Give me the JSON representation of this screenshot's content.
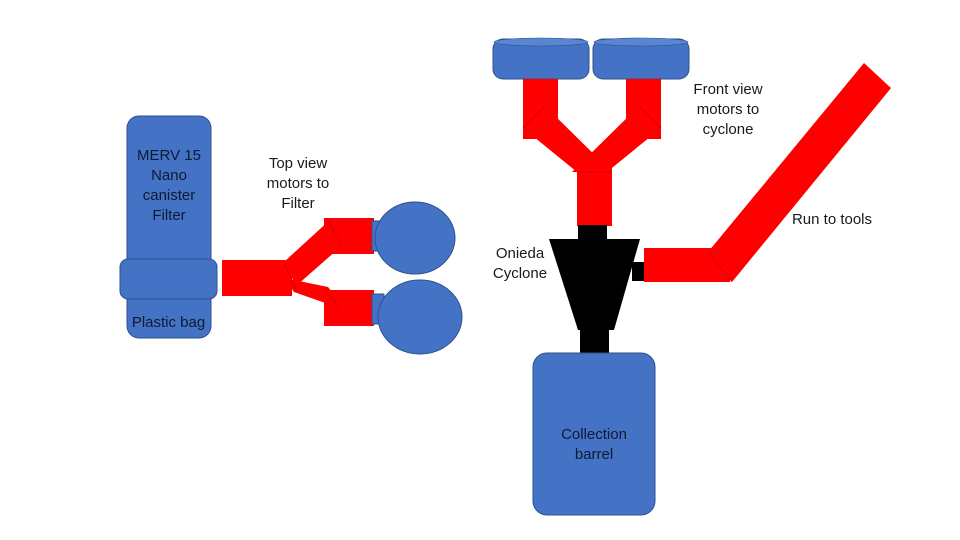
{
  "colors": {
    "blue_fill": "#4472C4",
    "blue_stroke": "#2F528F",
    "red": "#FF0000",
    "black": "#000000",
    "background": "#FFFFFF"
  },
  "labels": {
    "filter_lines": [
      "MERV 15",
      "Nano",
      "canister",
      "Filter"
    ],
    "plastic_bag": "Plastic bag",
    "top_view_lines": [
      "Top view",
      "motors to",
      "Filter"
    ],
    "front_view_lines": [
      "Front view",
      "motors to",
      "cyclone"
    ],
    "cyclone_lines": [
      "Onieda",
      "Cyclone"
    ],
    "run_to_tools": "Run to tools",
    "barrel_lines": [
      "Collection",
      "barrel"
    ]
  }
}
